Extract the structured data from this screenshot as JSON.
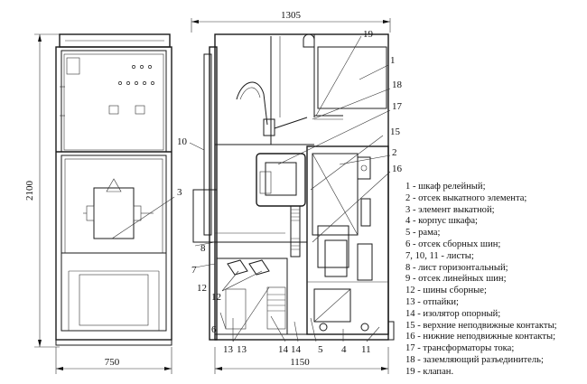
{
  "dimensions": {
    "total_depth": "1305",
    "height": "2100",
    "front_width": "750",
    "side_depth": "1150"
  },
  "callouts": [
    "1",
    "2",
    "3",
    "4",
    "5",
    "6",
    "7",
    "8",
    "10",
    "11",
    "12",
    "12",
    "13",
    "13",
    "14",
    "14",
    "15",
    "16",
    "17",
    "18",
    "19"
  ],
  "legend": [
    "1 - шкаф релейный;",
    "2 - отсек выкатного элемента;",
    "3 - элемент выкатной;",
    "4 - корпус шкафа;",
    "5 - рама;",
    "6 - отсек сборных шин;",
    "7, 10, 11 - листы;",
    "8 - лист горизонтальный;",
    "9 - отсек линейных шин;",
    "12 - шины сборные;",
    "13 - отпайки;",
    "14 - изолятор опорный;",
    "15 - верхние неподвижные контакты;",
    "16 - нижние неподвижные контакты;",
    "17 - трансформаторы тока;",
    "18 - заземляющий разъединитель;",
    "19 - клапан."
  ]
}
